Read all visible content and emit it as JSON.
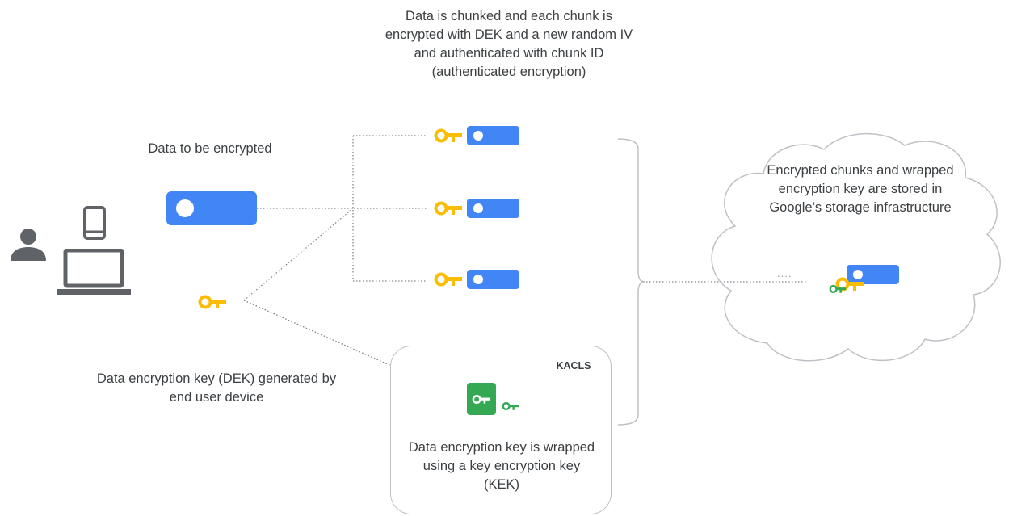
{
  "labels": {
    "chunking": "Data is chunked and each chunk is encrypted with DEK and a new random IV and authenticated with chunk ID (authenticated encryption)",
    "data_to_encrypt": "Data to be encrypted",
    "dek": "Data encryption key (DEK) generated by end user device",
    "kacls": "KACLS",
    "wrap": "Data encryption key is wrapped using a key encryption key (KEK)",
    "storage": "Encrypted chunks and wrapped encryption key are stored in Google’s storage infrastructure",
    "ellipsis": "...."
  },
  "colors": {
    "data_block": "#4285f4",
    "dek_key": "#fbbc04",
    "kek": "#34a853",
    "icon_gray": "#5f6368",
    "text": "#3c4043",
    "outline": "#bdc1c6"
  },
  "icons": {
    "user": "person-icon",
    "device": "phone-icon",
    "laptop": "laptop-icon",
    "dek": "key-icon",
    "kek": "green-key-icon",
    "storage": "cloud-icon"
  },
  "chunk_count": 3
}
